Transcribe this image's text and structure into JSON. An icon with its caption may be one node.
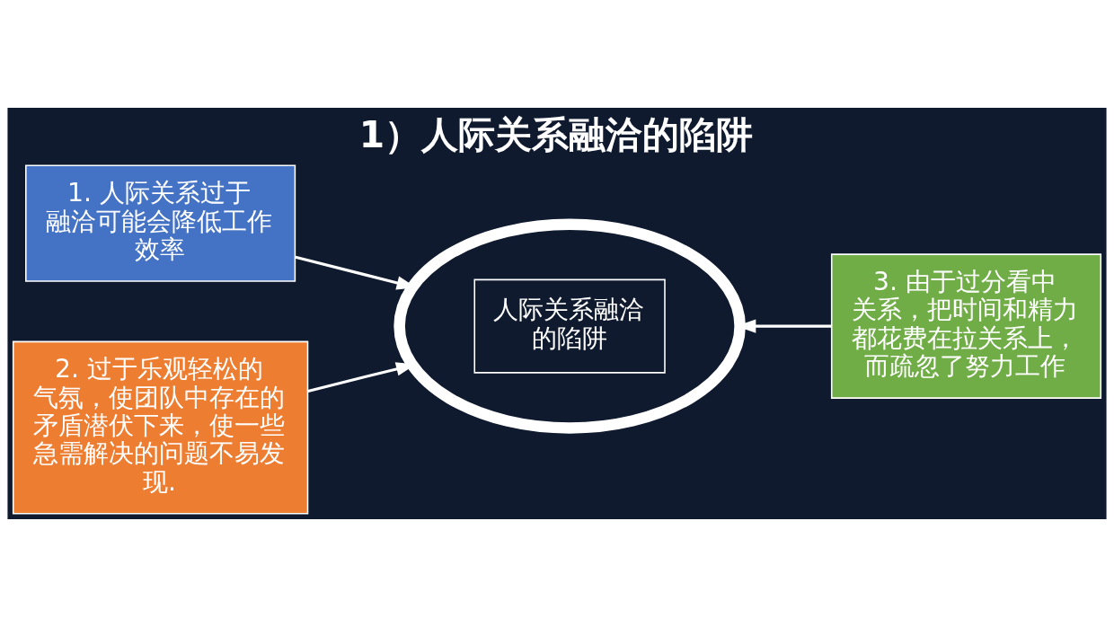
{
  "diagram": {
    "title": "1）人际关系融洽的陷阱",
    "nodes": [
      {
        "text": [
          "1. 人际关系过于融洽可能会降低工作效率"
        ]
      },
      {
        "text": [
          "人际关系融洽的陷阱"
        ]
      },
      {
        "text": [
          "2. 过于乐观轻松的气氛，使团队中存在的矛盾潜伏下来，使一些急需解决的问题不易发现."
        ]
      },
      {
        "text": [
          "3. 由于过分看中关系，把时间和精力都花费在拉关系上，而疏忽了努力工作"
        ]
      }
    ],
    "edges": [
      {
        "from": 0,
        "to": 1,
        "arrow": "to"
      },
      {
        "from": 2,
        "to": 1,
        "arrow": "to"
      },
      {
        "from": 3,
        "to": 1,
        "arrow": "to"
      }
    ]
  }
}
